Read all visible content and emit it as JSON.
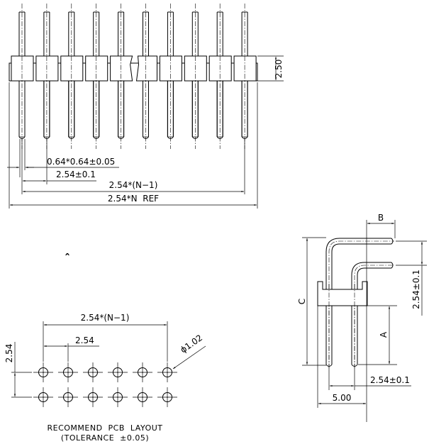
{
  "drawing": {
    "front_view": {
      "pin_count_shown": 10,
      "dimensions": {
        "height": "2.50",
        "pin_size": "0.64*0.64±0.05",
        "pitch": "2.54±0.1",
        "pitch_span": "2.54*(N−1)",
        "overall_length": "2.54*N  REF"
      }
    },
    "side_view": {
      "dimensions": {
        "b": "B",
        "c": "C",
        "a": "A",
        "row_spacing": "2.54±0.1",
        "bottom_pitch": "2.54±0.1",
        "width": "5.00"
      }
    },
    "pcb_layout": {
      "columns": 6,
      "rows": 2,
      "dimensions": {
        "span": "2.54*(N−1)",
        "pitch_x": "2.54",
        "pitch_y": "2.54",
        "hole_diameter": "ϕ1.02"
      },
      "title_line1": "RECOMMEND  PCB  LAYOUT",
      "title_line2": "(TOLERANCE  ±0.05)"
    },
    "stray_mark": "ˆ"
  }
}
